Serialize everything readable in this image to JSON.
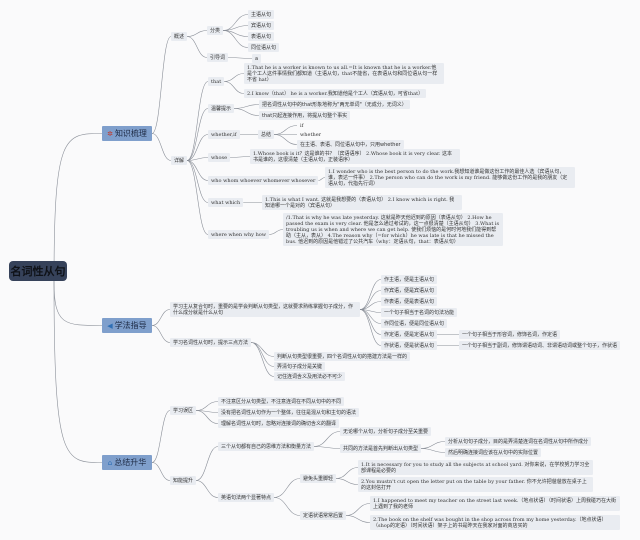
{
  "root": "名词性从句",
  "branches": {
    "knowledge": {
      "label": "知识梳理",
      "icon": "network-icon",
      "overview": {
        "label": "概述",
        "classification": {
          "label": "分类",
          "items": [
            "主语从句",
            "宾语从句",
            "表语从句",
            "同位语从句"
          ]
        },
        "connectives": {
          "label": "引导词",
          "value": "a"
        }
      },
      "detail": {
        "label": "详解",
        "that": {
          "label": "that",
          "items": [
            "1.That he is a worker is known to us all.=It is known that he is a worker.他是个工人这件事情我们都知道（主语从句，that不能省，在表语从句和同位语从句一样不省 hat）",
            "2.I know（that） he is a worker.我知道他是个工人（宾语从句，可省that）"
          ]
        },
        "tips": {
          "label": "温馨提示",
          "items": [
            "把名词性从句中的that形象地称为\"两无单词\"（无成分，无词义）",
            "that只起连接作用，将提从句整个事实"
          ]
        },
        "whether_if": {
          "label": "whether,if",
          "summary": "总结",
          "items": [
            "if",
            "whether",
            "在主语、表语、同位语从句中，只用whether"
          ]
        },
        "whose": {
          "label": "whose",
          "text": "1.Whose book is it？这是谁的书？（宾语语序） 2.Whose book it is very clear. 这本书是谁的，这很清楚（主语从句，正装语序）"
        },
        "who": {
          "label": "who whom whoever whomever whosever",
          "text": "1.I wonder who is the best person to do the work.我想知道谁是做这份工作的最佳人选（宾语从句，谁，表达一件事） 2.The person who can do the work is my friend. 能够做这份工作的是我的朋友（定语从句，代指先行词）"
        },
        "what_which": {
          "label": "what which",
          "text": "1.This is what I want. 这就是我想要的（表语从句） 2.I know which is right. 我知道哪一个是对的（宾语从句）"
        },
        "where": {
          "label": "where when why how",
          "text": "/1.That is why he was late yesterday. 这就是昨天他迟到的原因（表语从句） 2.How he passed the exam is very clear. 他是怎么通过考试的，这一点很清楚（主语从句） 3.What is troubling us is when and where we can get help. 使我们烦恼的是何时何地我们能得到帮助（主从，表从） 4.The reason why（=for which）he was late is that he missed the bus. 他迟到的原因是他错过了公共汽车（why：定语从句，that：表语从句）"
        }
      }
    },
    "method": {
      "label": "学法指导",
      "icon": "megaphone-icon",
      "judge": {
        "label": "学习主从复合句时，重要的是学会判断从句类型，这就要求熟练掌握句子成分，作什么成分就是什么从句",
        "items": [
          "作主语，便是主语从句",
          "作宾语，便是宾语从句",
          "作表语，便是表语从句",
          "一个句子相当于名词的句法功能",
          "作同位语，便是同位语从句",
          "作定语，便是定语从句",
          "作状语，便是状语从句"
        ],
        "attr_note": "一个句子相当于形容词，修饰名词，作定语",
        "adv_note": "一个句子相当于副词，修饰谓语动词、非谓语动词或整个句子，作状语"
      },
      "three": {
        "label": "学习名词性从句时，提示三点方法",
        "items": [
          "判断从句类型很重要，四个名词性从句的搭建方法是一样的",
          "弄清句子成分是关键",
          "记住连词含义及用法必不可少"
        ]
      }
    },
    "summary": {
      "label": "总结升华",
      "icon": "home-icon",
      "mistakes": {
        "label": "学习误区",
        "items": [
          "不注意区分从句类型，不注意连词在不同从句中的不同",
          "没有把名词性从句作为一个整体，往往是混从句和主句的语法",
          "理解名词性从句时，忽略对连接词的确切含义的翻译"
        ]
      },
      "improve": {
        "label": "知能提升",
        "methods": {
          "label": "三个从句都有自己的思维方法和衡量方法",
          "items": [
            "无论哪个从句，分析句子成分至关重要",
            "共同的方法是首先判断出从句类型"
          ],
          "sub": [
            "分析从句句子成分，目的是弄清楚连词在名词性从句中所作成分",
            "然后明确连接词应该在从句中的实际位置"
          ]
        },
        "features": {
          "label": "英语句法两个显著特点",
          "avoid": {
            "label": "避免头重脚轻",
            "items": [
              "1.It is necessary for you to study all the subjects at school yard. 对你来说，在学校努力学习全部课程是必要的",
              "2.You mustn't cut open the letter put on the table by your father. 你不允许把爸爸放在桌子上的这封信打开"
            ]
          },
          "postpose": {
            "label": "定语状语常常后置",
            "items": [
              "1.I happened to meet my teacher on the street last week.（地点状语）（时间状语）上周我碰巧在大街上遇到了我的老师",
              "2.The book on the shelf was bought in the shop across from my home yesterday.（地点状语）（shop的定语）（时间状语）架子上的书是昨天在我家对面的商店买的"
            ]
          }
        }
      }
    }
  }
}
